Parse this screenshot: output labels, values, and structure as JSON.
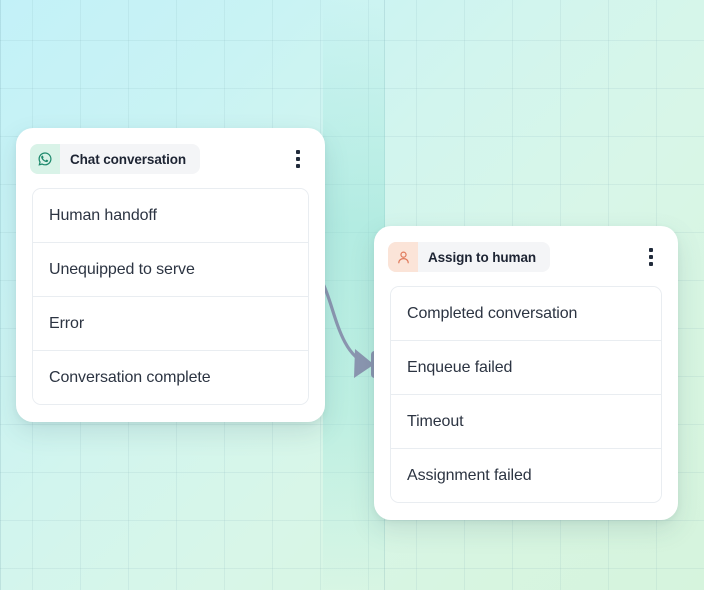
{
  "canvas": {
    "background_start": "#c3f1f8",
    "background_end": "#d6f4dd",
    "grid_color": "#78a5af"
  },
  "nodes": [
    {
      "id": "chat-conversation",
      "title": "Chat conversation",
      "icon": "whatsapp-icon",
      "icon_color": "#1f8a6d",
      "icon_background": "#d9f3e8",
      "menu_icon": "kebab-menu-icon",
      "outputs": [
        "Human handoff",
        "Unequipped to serve",
        "Error",
        "Conversation complete"
      ]
    },
    {
      "id": "assign-to-human",
      "title": "Assign to human",
      "icon": "person-icon",
      "icon_color": "#e0795a",
      "icon_background": "#fbe4d8",
      "menu_icon": "kebab-menu-icon",
      "outputs": [
        "Completed conversation",
        "Enqueue failed",
        "Timeout",
        "Assignment failed"
      ]
    }
  ],
  "connector": {
    "from_node": "chat-conversation",
    "from_output": "Unequipped to serve",
    "to_node": "assign-to-human",
    "color": "#8b96b0",
    "arrow": "arrowhead-icon"
  }
}
